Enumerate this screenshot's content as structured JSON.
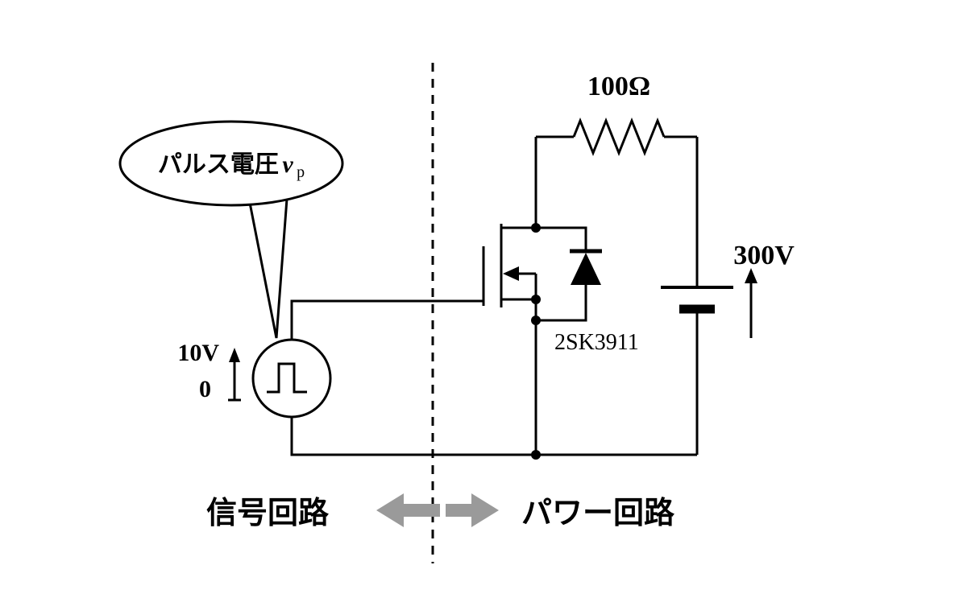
{
  "labels": {
    "callout_main": "パルス電圧",
    "callout_var": "v",
    "callout_sub": "p",
    "pulse_high": "10V",
    "pulse_zero": "0",
    "resistor": "100Ω",
    "supply": "300V",
    "mosfet": "2SK3911",
    "region_left": "信号回路",
    "region_right": "パワー回路"
  },
  "colors": {
    "stroke": "#000000",
    "region_arrow": "#9a9a9a",
    "background": "#ffffff"
  }
}
